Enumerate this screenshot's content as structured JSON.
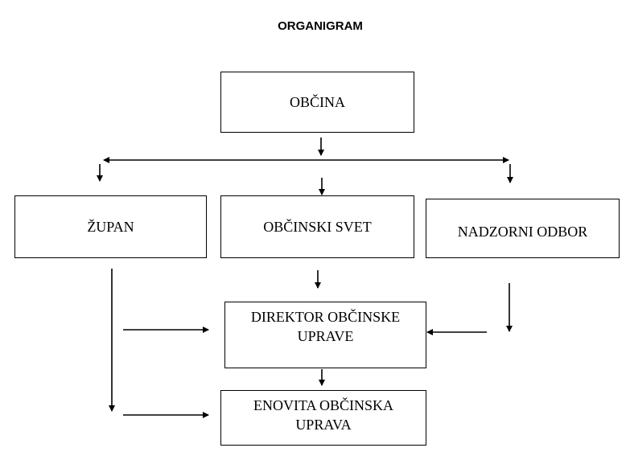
{
  "title": "ORGANIGRAM",
  "nodes": {
    "obcina": {
      "label": "OBČINA"
    },
    "zupan": {
      "label": "ŽUPAN"
    },
    "obcinski_svet": {
      "label": "OBČINSKI SVET"
    },
    "nadzorni_odbor": {
      "label": "NADZORNI ODBOR"
    },
    "direktor": {
      "line1": "DIREKTOR OBČINSKE",
      "line2": "UPRAVE"
    },
    "uprava": {
      "line1": "ENOVITA OBČINSKA",
      "line2": "UPRAVA"
    }
  }
}
